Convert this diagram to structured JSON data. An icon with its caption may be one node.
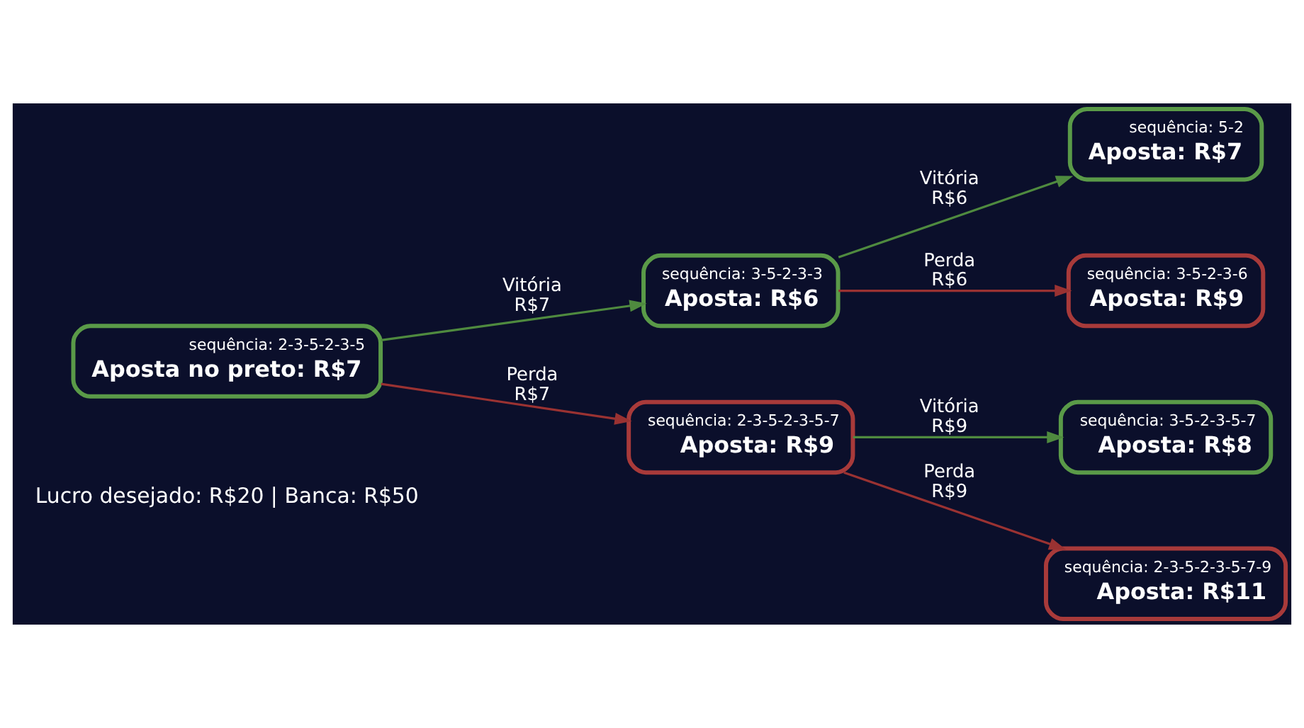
{
  "diagram": {
    "nodes": [
      {
        "text": [
          "sequência: 2-3-5-2-3-5",
          "Aposta no preto: R$7"
        ]
      },
      {
        "text": [
          "sequência: 3-5-2-3-3",
          "Aposta: R$6"
        ]
      },
      {
        "text": [
          "sequência: 2-3-5-2-3-5-7",
          "Aposta: R$9"
        ]
      },
      {
        "text": [
          "sequência: 5-2",
          "Aposta: R$7"
        ]
      },
      {
        "text": [
          "sequência: 3-5-2-3-6",
          "Aposta: R$9"
        ]
      },
      {
        "text": [
          "sequência: 3-5-2-3-5-7",
          "Aposta: R$8"
        ]
      },
      {
        "text": [
          "sequência: 2-3-5-2-3-5-7-9",
          "Aposta: R$11"
        ]
      }
    ],
    "edges": [
      {
        "from": 0,
        "to": 1,
        "arrow": "to",
        "label": "Vitória R$7",
        "color": "#4f8a3f"
      },
      {
        "from": 0,
        "to": 2,
        "arrow": "to",
        "label": "Perda R$7",
        "color": "#9a3232"
      },
      {
        "from": 1,
        "to": 3,
        "arrow": "to",
        "label": "Vitória R$6",
        "color": "#4f8a3f"
      },
      {
        "from": 1,
        "to": 4,
        "arrow": "to",
        "label": "Perda R$6",
        "color": "#9a3232"
      },
      {
        "from": 2,
        "to": 5,
        "arrow": "to",
        "label": "Vitória R$9",
        "color": "#4f8a3f"
      },
      {
        "from": 2,
        "to": 6,
        "arrow": "to",
        "label": "Perda R$9",
        "color": "#9a3232"
      }
    ],
    "labels": [
      "Lucro desejado: R$20 | Banca: R$50"
    ]
  }
}
